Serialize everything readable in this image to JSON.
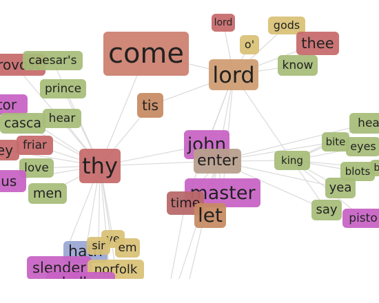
{
  "nodes": [
    {
      "id": "lord_top",
      "label": "lord",
      "color": "#c66a6b"
    },
    {
      "id": "gods",
      "label": "gods",
      "color": "#d9c176"
    },
    {
      "id": "come",
      "label": "come",
      "color": "#cd7f6e"
    },
    {
      "id": "o",
      "label": "o'",
      "color": "#d9c176"
    },
    {
      "id": "thee",
      "label": "thee",
      "color": "#c66a6b"
    },
    {
      "id": "lord",
      "label": "lord",
      "color": "#cf9d72"
    },
    {
      "id": "know",
      "label": "know",
      "color": "#a7bd79"
    },
    {
      "id": "provost",
      "label": "provost",
      "color": "#c66a6b"
    },
    {
      "id": "caesars",
      "label": "caesar's",
      "color": "#a7bd79"
    },
    {
      "id": "prince",
      "label": "prince",
      "color": "#a7bd79"
    },
    {
      "id": "tis",
      "label": "tis",
      "color": "#c78a62"
    },
    {
      "id": "tor",
      "label": "tor",
      "color": "#c862c4"
    },
    {
      "id": "casca",
      "label": "casca",
      "color": "#a7bd79"
    },
    {
      "id": "hear_left",
      "label": "hear",
      "color": "#a7bd79"
    },
    {
      "id": "hear_right",
      "label": "hea",
      "color": "#a7bd79"
    },
    {
      "id": "ey",
      "label": "ey",
      "color": "#c66a6b"
    },
    {
      "id": "friar",
      "label": "friar",
      "color": "#c66a6b"
    },
    {
      "id": "bite",
      "label": "bite",
      "color": "#a7bd79"
    },
    {
      "id": "eyes",
      "label": "eyes",
      "color": "#a7bd79"
    },
    {
      "id": "john",
      "label": "john",
      "color": "#c862c4"
    },
    {
      "id": "thy",
      "label": "thy",
      "color": "#c66a6b"
    },
    {
      "id": "enter",
      "label": "enter",
      "color": "#b89f8c"
    },
    {
      "id": "king",
      "label": "king",
      "color": "#a7bd79"
    },
    {
      "id": "love",
      "label": "love",
      "color": "#a7bd79"
    },
    {
      "id": "blots",
      "label": "blots",
      "color": "#a7bd79"
    },
    {
      "id": "b",
      "label": "b",
      "color": "#a7bd79"
    },
    {
      "id": "ius",
      "label": "ius",
      "color": "#c862c4"
    },
    {
      "id": "master",
      "label": "master",
      "color": "#c862c4"
    },
    {
      "id": "yea",
      "label": "yea",
      "color": "#a7bd79"
    },
    {
      "id": "men",
      "label": "men",
      "color": "#a7bd79"
    },
    {
      "id": "time",
      "label": "time",
      "color": "#b86868"
    },
    {
      "id": "say",
      "label": "say",
      "color": "#a7bd79"
    },
    {
      "id": "let",
      "label": "let",
      "color": "#c78a62"
    },
    {
      "id": "pistol",
      "label": "pisto",
      "color": "#c862c4"
    },
    {
      "id": "ye",
      "label": "ye",
      "color": "#d9c176"
    },
    {
      "id": "em",
      "label": "em",
      "color": "#d9c176"
    },
    {
      "id": "hath",
      "label": "hath",
      "color": "#9aa6d4"
    },
    {
      "id": "sir",
      "label": "sir",
      "color": "#d9c176"
    },
    {
      "id": "slender",
      "label": "slender",
      "color": "#c862c4"
    },
    {
      "id": "norfolk",
      "label": "norfolk",
      "color": "#d9c176"
    },
    {
      "id": "shallow",
      "label": "shallow",
      "color": "#c862c4"
    }
  ],
  "edges": [
    [
      "thy",
      "come"
    ],
    [
      "thy",
      "tis"
    ],
    [
      "thy",
      "caesars"
    ],
    [
      "thy",
      "prince"
    ],
    [
      "thy",
      "hear_left"
    ],
    [
      "thy",
      "casca"
    ],
    [
      "thy",
      "friar"
    ],
    [
      "thy",
      "ey"
    ],
    [
      "thy",
      "love"
    ],
    [
      "thy",
      "men"
    ],
    [
      "thy",
      "ius"
    ],
    [
      "thy",
      "tor"
    ],
    [
      "thy",
      "provost"
    ],
    [
      "thy",
      "enter"
    ],
    [
      "thy",
      "john"
    ],
    [
      "thy",
      "hath"
    ],
    [
      "thy",
      "sir"
    ],
    [
      "thy",
      "ye"
    ],
    [
      "thy",
      "slender"
    ],
    [
      "thy",
      "norfolk"
    ],
    [
      "lord",
      "lord_top"
    ],
    [
      "lord",
      "gods"
    ],
    [
      "lord",
      "o"
    ],
    [
      "lord",
      "thee"
    ],
    [
      "lord",
      "know"
    ],
    [
      "lord",
      "come"
    ],
    [
      "lord",
      "enter"
    ],
    [
      "lord",
      "john"
    ],
    [
      "lord",
      "master"
    ],
    [
      "lord",
      "time"
    ],
    [
      "lord",
      "king"
    ],
    [
      "lord",
      "tis"
    ],
    [
      "gods",
      "thee"
    ],
    [
      "enter",
      "king"
    ],
    [
      "enter",
      "master"
    ],
    [
      "enter",
      "time"
    ],
    [
      "enter",
      "let"
    ],
    [
      "enter",
      "bite"
    ],
    [
      "enter",
      "hear_right"
    ],
    [
      "enter",
      "say"
    ],
    [
      "enter",
      "yea"
    ],
    [
      "king",
      "bite"
    ],
    [
      "king",
      "eyes"
    ],
    [
      "king",
      "blots"
    ],
    [
      "king",
      "b"
    ],
    [
      "king",
      "yea"
    ],
    [
      "king",
      "say"
    ],
    [
      "king",
      "pistol"
    ],
    [
      "king",
      "hear_right"
    ],
    [
      "hath",
      "slender"
    ],
    [
      "hath",
      "norfolk"
    ],
    [
      "hath",
      "shallow"
    ]
  ]
}
